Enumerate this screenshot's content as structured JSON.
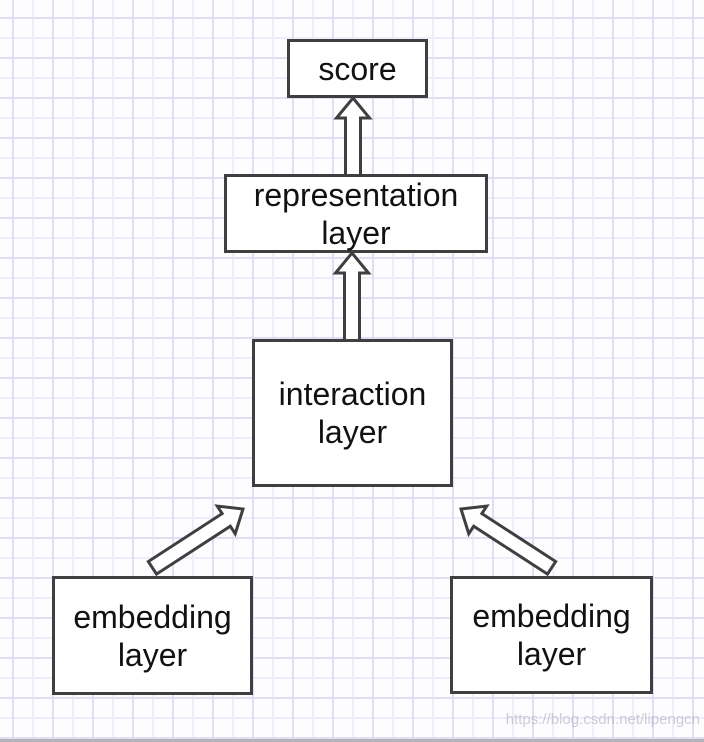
{
  "diagram": {
    "type": "flow-diagram",
    "nodes": {
      "score": "score",
      "representation": "representation layer",
      "interaction": "interaction layer",
      "embedding_left": "embedding layer",
      "embedding_right": "embedding layer"
    },
    "edges": [
      {
        "from": "representation",
        "to": "score"
      },
      {
        "from": "interaction",
        "to": "representation"
      },
      {
        "from": "embedding_left",
        "to": "interaction"
      },
      {
        "from": "embedding_right",
        "to": "interaction"
      }
    ],
    "watermark": "https://blog.csdn.net/lipengcn",
    "colors": {
      "box_border": "#3f3f3f",
      "box_fill": "#ffffff",
      "text": "#111111",
      "arrow_outline": "#3f3f3f",
      "arrow_fill": "#ffffff",
      "grid_line": "#efedf9",
      "grid_accent": "#e1ddf3",
      "background": "#fdfdff",
      "watermark_text": "#acacba",
      "bottom_edge": "#b3b3b9"
    }
  }
}
